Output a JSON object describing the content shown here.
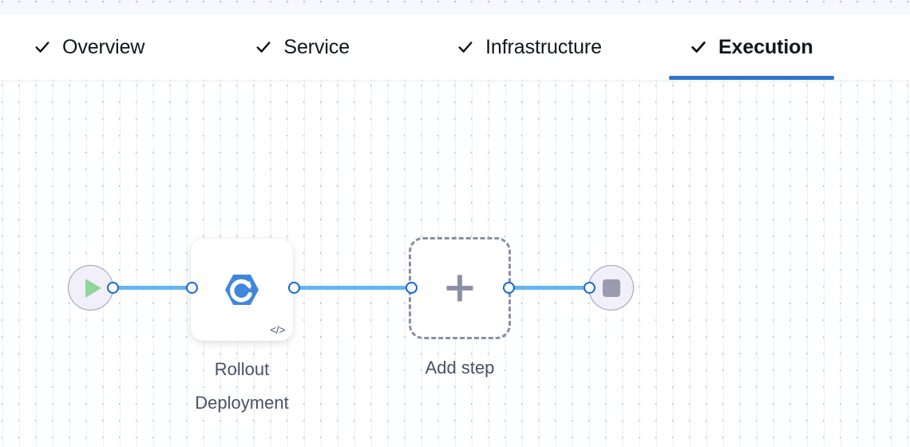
{
  "canvas": {
    "grid_dot_color": "#b6c2cf",
    "grid_line_color": "#e2effa",
    "top_band_color": "#f5f9fd",
    "background": "#ffffff"
  },
  "tabbar": {
    "active_underline_color": "#2f72d2",
    "tabs": [
      {
        "id": "overview",
        "label": "Overview",
        "check_icon": "check-icon",
        "completed": true,
        "active": false
      },
      {
        "id": "service",
        "label": "Service",
        "check_icon": "check-icon",
        "completed": true,
        "active": false
      },
      {
        "id": "infrastructure",
        "label": "Infrastructure",
        "check_icon": "check-icon",
        "completed": true,
        "active": false
      },
      {
        "id": "execution",
        "label": "Execution",
        "check_icon": "check-icon",
        "completed": true,
        "active": true
      }
    ]
  },
  "pipeline": {
    "start_node": {
      "icon": "play-icon",
      "icon_color": "#8fd49a",
      "fill": "#f1effa",
      "border": "#9e9bb5"
    },
    "end_node": {
      "icon": "stop-square-icon",
      "icon_color": "#9a9ab0",
      "fill": "#f1effa",
      "border": "#9e9bb5"
    },
    "steps": [
      {
        "id": "rollout-deployment",
        "label": "Rollout\nDeployment",
        "icon": "rollout-deployment-icon",
        "icon_color": "#4087db",
        "badge_icon": "code-icon",
        "badge_text": "</>",
        "type": "step-card"
      },
      {
        "id": "add-step",
        "label": "Add step",
        "icon": "plus-icon",
        "icon_color": "#8b8fa3",
        "type": "add-placeholder"
      }
    ],
    "connector": {
      "line_color": "#65b5f0",
      "port_border_color": "#1666d6",
      "port_fill": "#ffffff"
    }
  }
}
